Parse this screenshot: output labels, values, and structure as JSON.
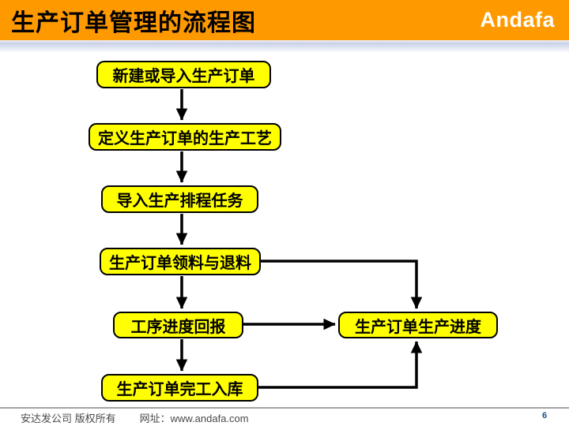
{
  "header": {
    "title": "生产订单管理的流程图",
    "logo": "Andafa"
  },
  "colors": {
    "header_orange": "#FF9900",
    "node_yellow": "#FFFF00",
    "node_border": "#000000",
    "arrow": "#000000",
    "footer_text_gray": "#4a4a4a",
    "page_number_blue": "#1F4E8C"
  },
  "flowchart": {
    "nodes": [
      {
        "id": "create-order",
        "label": "新建或导入生产订单"
      },
      {
        "id": "define-process",
        "label": "定义生产订单的生产工艺"
      },
      {
        "id": "import-scheduling",
        "label": "导入生产排程任务"
      },
      {
        "id": "material-issue",
        "label": "生产订单领料与退料"
      },
      {
        "id": "progress-report",
        "label": "工序进度回报"
      },
      {
        "id": "finish-warehouse",
        "label": "生产订单完工入库"
      },
      {
        "id": "production-progress",
        "label": "生产订单生产进度"
      }
    ],
    "edges": [
      {
        "from": "create-order",
        "to": "define-process"
      },
      {
        "from": "define-process",
        "to": "import-scheduling"
      },
      {
        "from": "import-scheduling",
        "to": "material-issue"
      },
      {
        "from": "material-issue",
        "to": "progress-report"
      },
      {
        "from": "progress-report",
        "to": "finish-warehouse"
      },
      {
        "from": "material-issue",
        "to": "production-progress"
      },
      {
        "from": "progress-report",
        "to": "production-progress"
      },
      {
        "from": "finish-warehouse",
        "to": "production-progress"
      }
    ]
  },
  "footer": {
    "copyright": "安达发公司 版权所有",
    "website": "网址：www.andafa.com",
    "page_number": "6"
  }
}
